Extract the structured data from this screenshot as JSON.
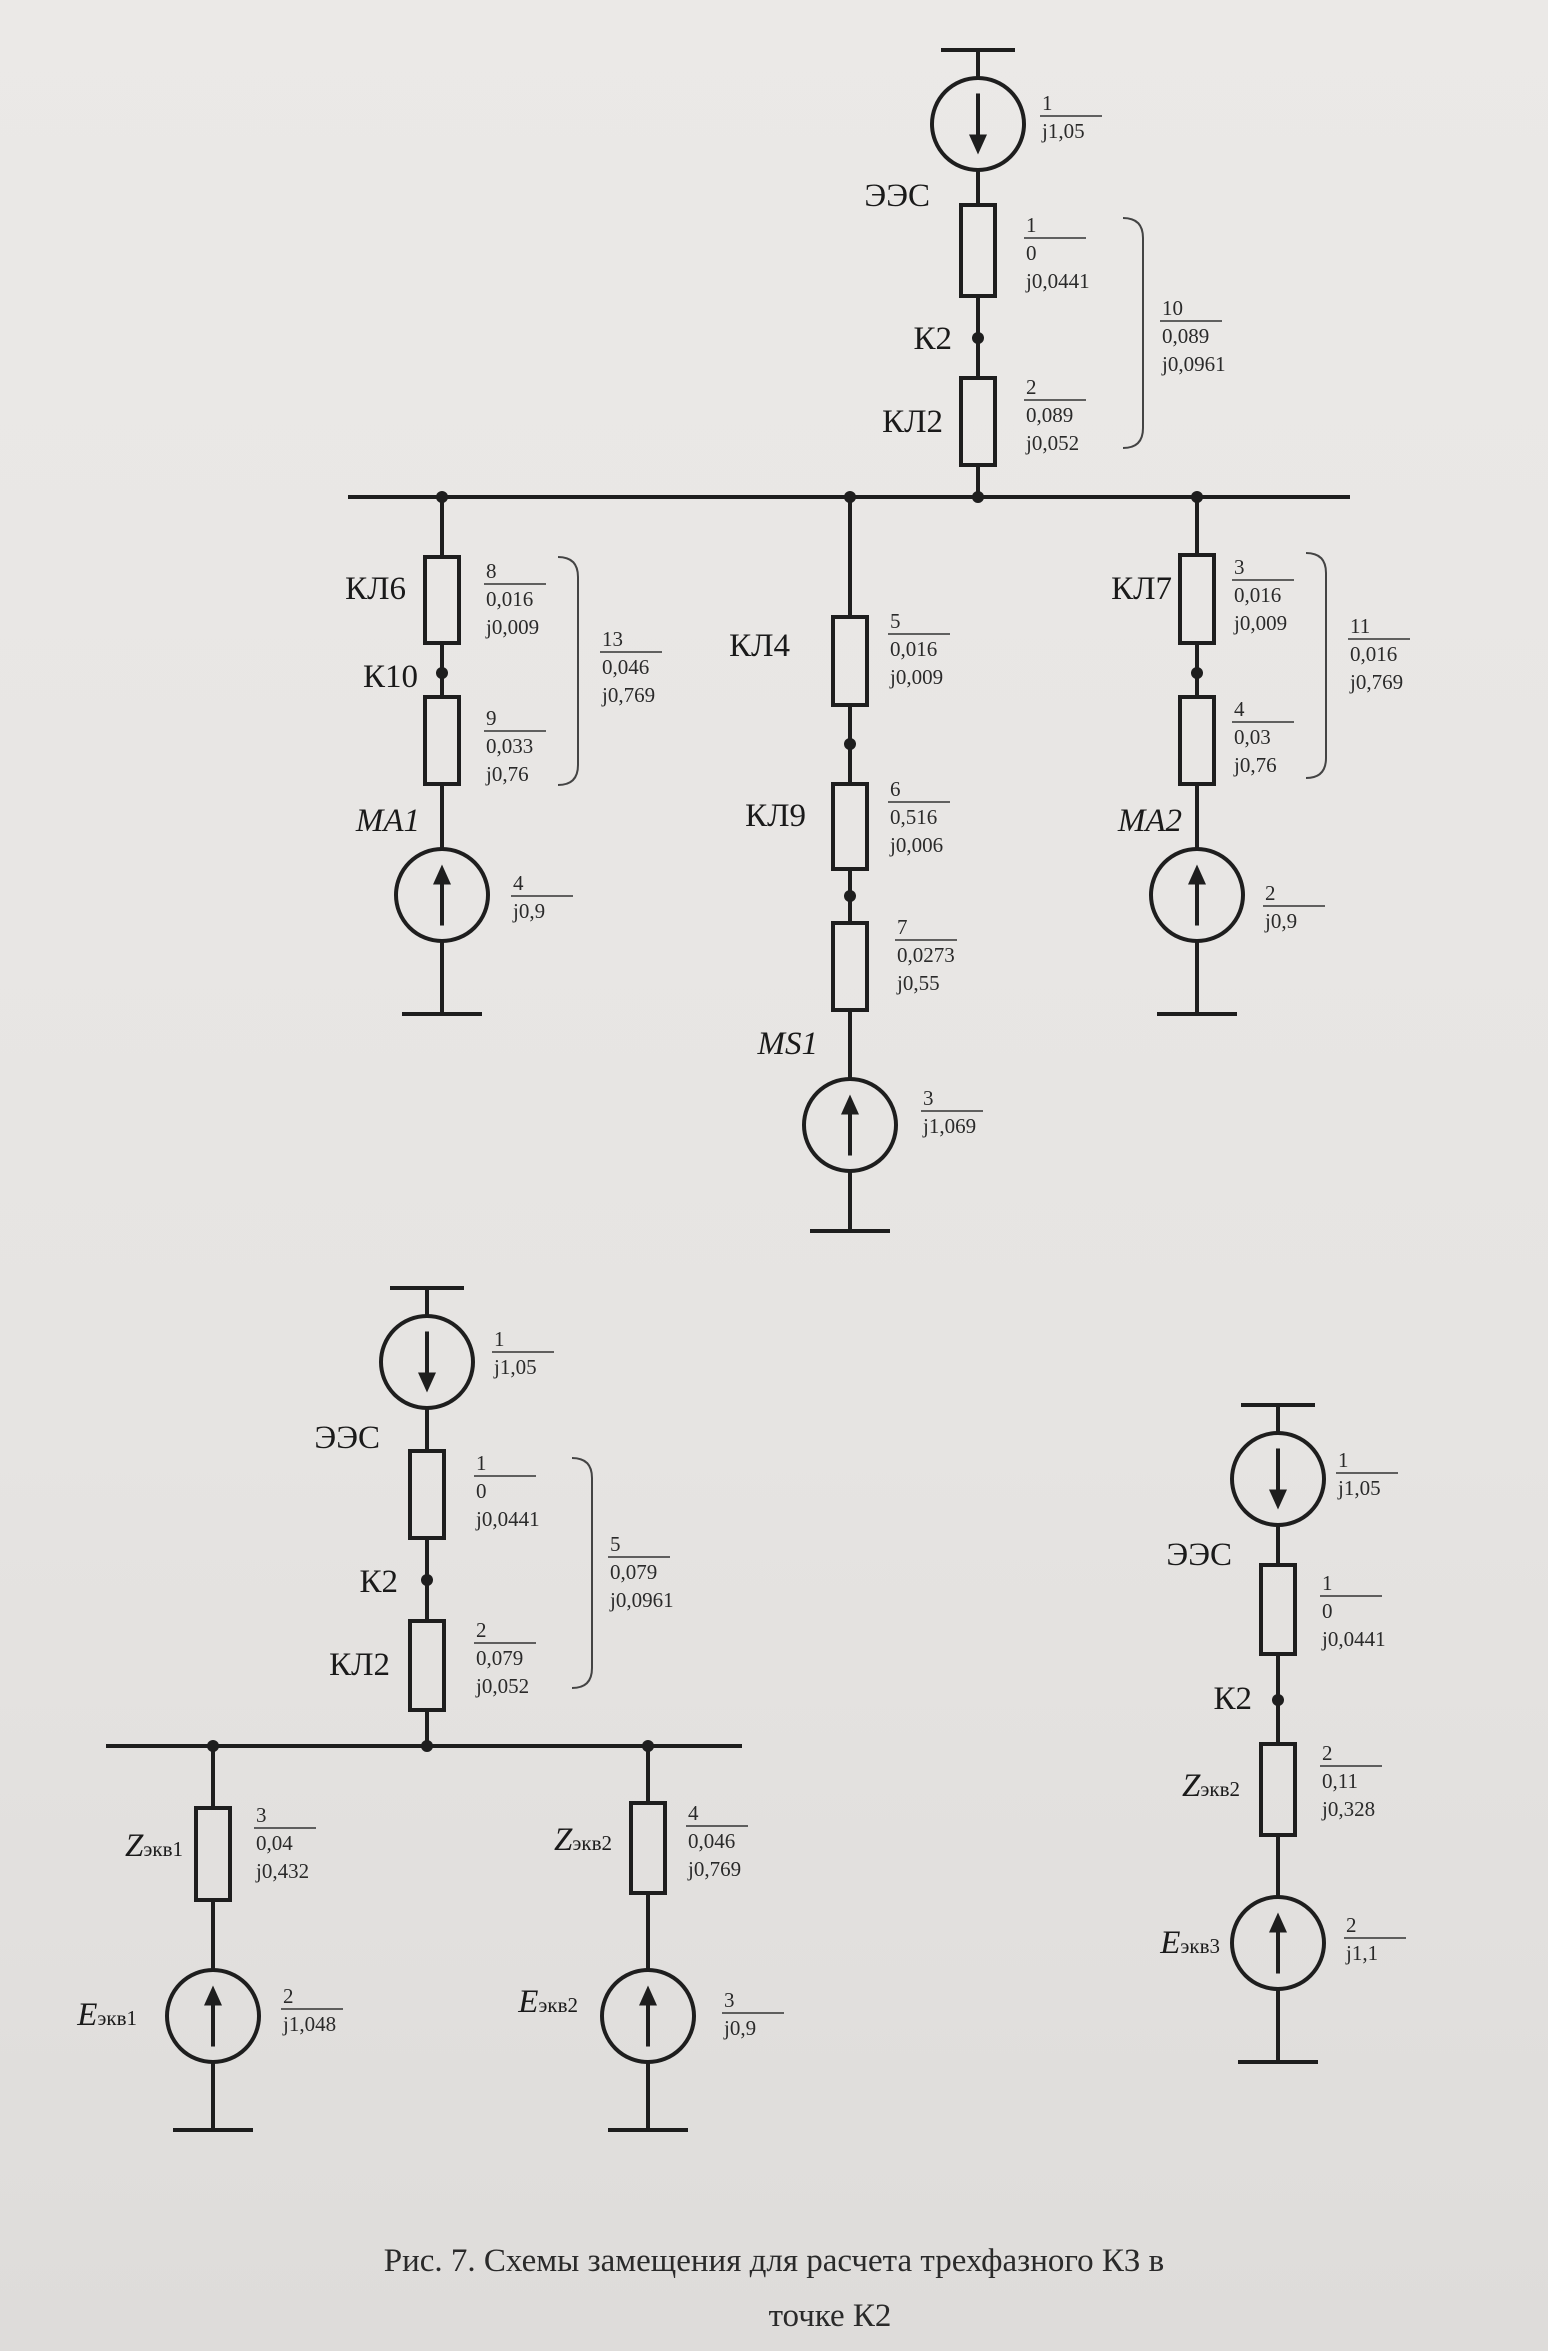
{
  "top_scheme": {
    "labels": {
      "ees": "ЭЭС",
      "k2": "К2",
      "kl2": "КЛ2",
      "kl6": "КЛ6",
      "k10": "К10",
      "ma1": "МА1",
      "kl4": "КЛ4",
      "kl9": "КЛ9",
      "ms1": "MS1",
      "kl7": "КЛ7",
      "ma2": "МА2"
    },
    "elements": {
      "src1": [
        "1",
        "j1,05"
      ],
      "r1": [
        "1",
        "0",
        "j0,0441"
      ],
      "r2": [
        "2",
        "0,089",
        "j0,052"
      ],
      "br10": [
        "10",
        "0,089",
        "j0,0961"
      ],
      "r8": [
        "8",
        "0,016",
        "j0,009"
      ],
      "r9": [
        "9",
        "0,033",
        "j0,76"
      ],
      "br13": [
        "13",
        "0,046",
        "j0,769"
      ],
      "src4": [
        "4",
        "j0,9"
      ],
      "r5": [
        "5",
        "0,016",
        "j0,009"
      ],
      "r6": [
        "6",
        "0,516",
        "j0,006"
      ],
      "r7": [
        "7",
        "0,0273",
        "j0,55"
      ],
      "src3": [
        "3",
        "j1,069"
      ],
      "r3": [
        "3",
        "0,016",
        "j0,009"
      ],
      "r4": [
        "4",
        "0,03",
        "j0,76"
      ],
      "br11": [
        "11",
        "0,016",
        "j0,769"
      ],
      "src2": [
        "2",
        "j0,9"
      ]
    }
  },
  "left_scheme": {
    "labels": {
      "ees": "ЭЭС",
      "k2": "К2",
      "kl2": "КЛ2",
      "zekv1": "Z",
      "zekv1_sub": "экв1",
      "zekv2": "Z",
      "zekv2_sub": "экв2",
      "eekv1": "E",
      "eekv1_sub": "экв1",
      "eekv2": "E",
      "eekv2_sub": "экв2"
    },
    "elements": {
      "src1": [
        "1",
        "j1,05"
      ],
      "r1": [
        "1",
        "0",
        "j0,0441"
      ],
      "r2": [
        "2",
        "0,079",
        "j0,052"
      ],
      "br5": [
        "5",
        "0,079",
        "j0,0961"
      ],
      "r3": [
        "3",
        "0,04",
        "j0,432"
      ],
      "src2": [
        "2",
        "j1,048"
      ],
      "r4": [
        "4",
        "0,046",
        "j0,769"
      ],
      "src3": [
        "3",
        "j0,9"
      ]
    }
  },
  "right_scheme": {
    "labels": {
      "ees": "ЭЭС",
      "k2": "К2",
      "zekv2": "Z",
      "zekv2_sub": "экв2",
      "eekv3": "E",
      "eekv3_sub": "экв3"
    },
    "elements": {
      "src1": [
        "1",
        "j1,05"
      ],
      "r1": [
        "1",
        "0",
        "j0,0441"
      ],
      "r2": [
        "2",
        "0,11",
        "j0,328"
      ],
      "src2": [
        "2",
        "j1,1"
      ]
    }
  },
  "caption": {
    "line1": "Рис. 7. Схемы замещения для расчета трехфазного КЗ в",
    "line2": "точке К2"
  }
}
